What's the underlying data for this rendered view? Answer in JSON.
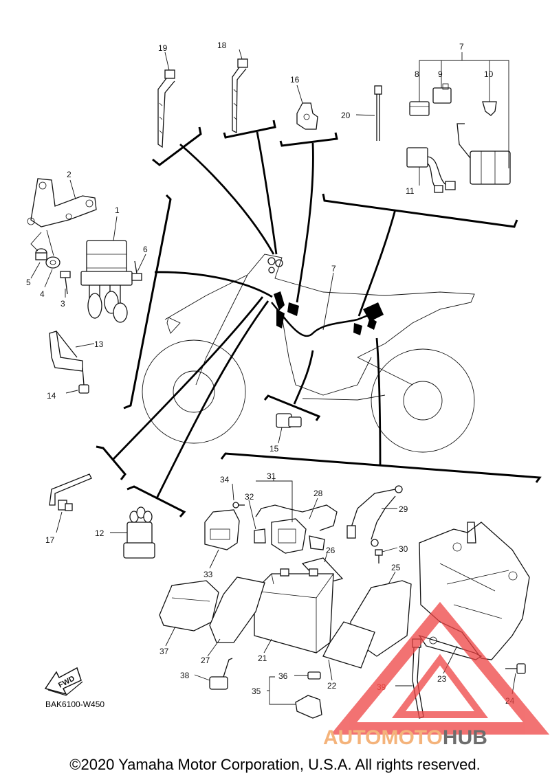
{
  "diagram_code": "BAK6100-W450",
  "copyright": "©2020 Yamaha Motor Corporation, U.S.A. All rights reserved.",
  "fwd_label": "FWD",
  "watermark": {
    "part1": "AUTOMOTO",
    "part2": "HUB",
    "color1": "#f4b37b",
    "color2": "#6d6d6d",
    "triangle_color": "#ee4444"
  },
  "callouts": {
    "c1": "1",
    "c2": "2",
    "c3": "3",
    "c4": "4",
    "c5": "5",
    "c6": "6",
    "c7a": "7",
    "c7b": "7",
    "c8": "8",
    "c9": "9",
    "c10": "10",
    "c11": "11",
    "c12": "12",
    "c13": "13",
    "c14": "14",
    "c15": "15",
    "c16": "16",
    "c17": "17",
    "c18": "18",
    "c19": "19",
    "c20": "20",
    "c21": "21",
    "c22": "22",
    "c23": "23",
    "c24": "24",
    "c25": "25",
    "c26": "26",
    "c27": "27",
    "c28": "28",
    "c29": "29",
    "c30": "30",
    "c31": "31",
    "c32": "32",
    "c33": "33",
    "c34": "34",
    "c35": "35",
    "c36": "36",
    "c37": "37",
    "c38": "38",
    "c39": "39"
  }
}
